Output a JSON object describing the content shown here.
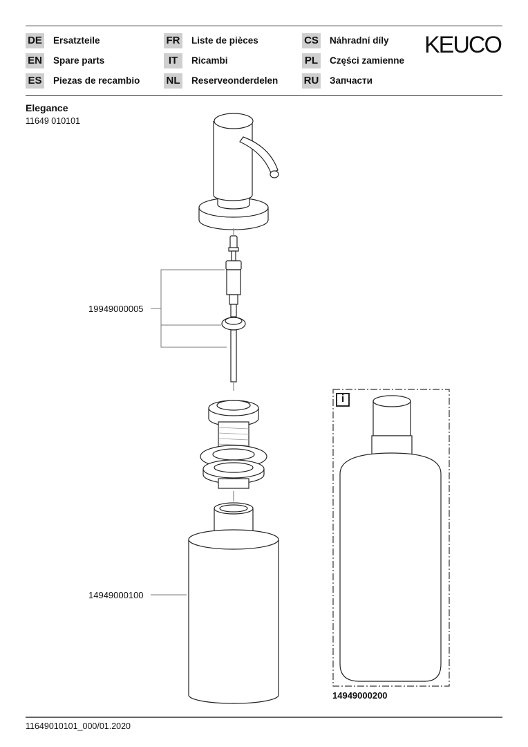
{
  "header": {
    "languages": [
      {
        "code": "DE",
        "label": "Ersatzteile"
      },
      {
        "code": "EN",
        "label": "Spare parts"
      },
      {
        "code": "ES",
        "label": "Piezas de recambio"
      },
      {
        "code": "FR",
        "label": "Liste de pièces"
      },
      {
        "code": "IT",
        "label": "Ricambi"
      },
      {
        "code": "NL",
        "label": "Reserveonderdelen"
      },
      {
        "code": "CS",
        "label": "Náhradní díly"
      },
      {
        "code": "PL",
        "label": "Części zamienne"
      },
      {
        "code": "RU",
        "label": "Запчасти"
      }
    ],
    "logo": "KEUCO"
  },
  "product": {
    "name": "Elegance",
    "number": "11649 010101"
  },
  "parts": {
    "pump_set": "19949000005",
    "bottle": "14949000100",
    "alt_bottle": "14949000200",
    "info_icon": "i"
  },
  "footer": {
    "doc_id": "11649010101_000/01.2020"
  }
}
